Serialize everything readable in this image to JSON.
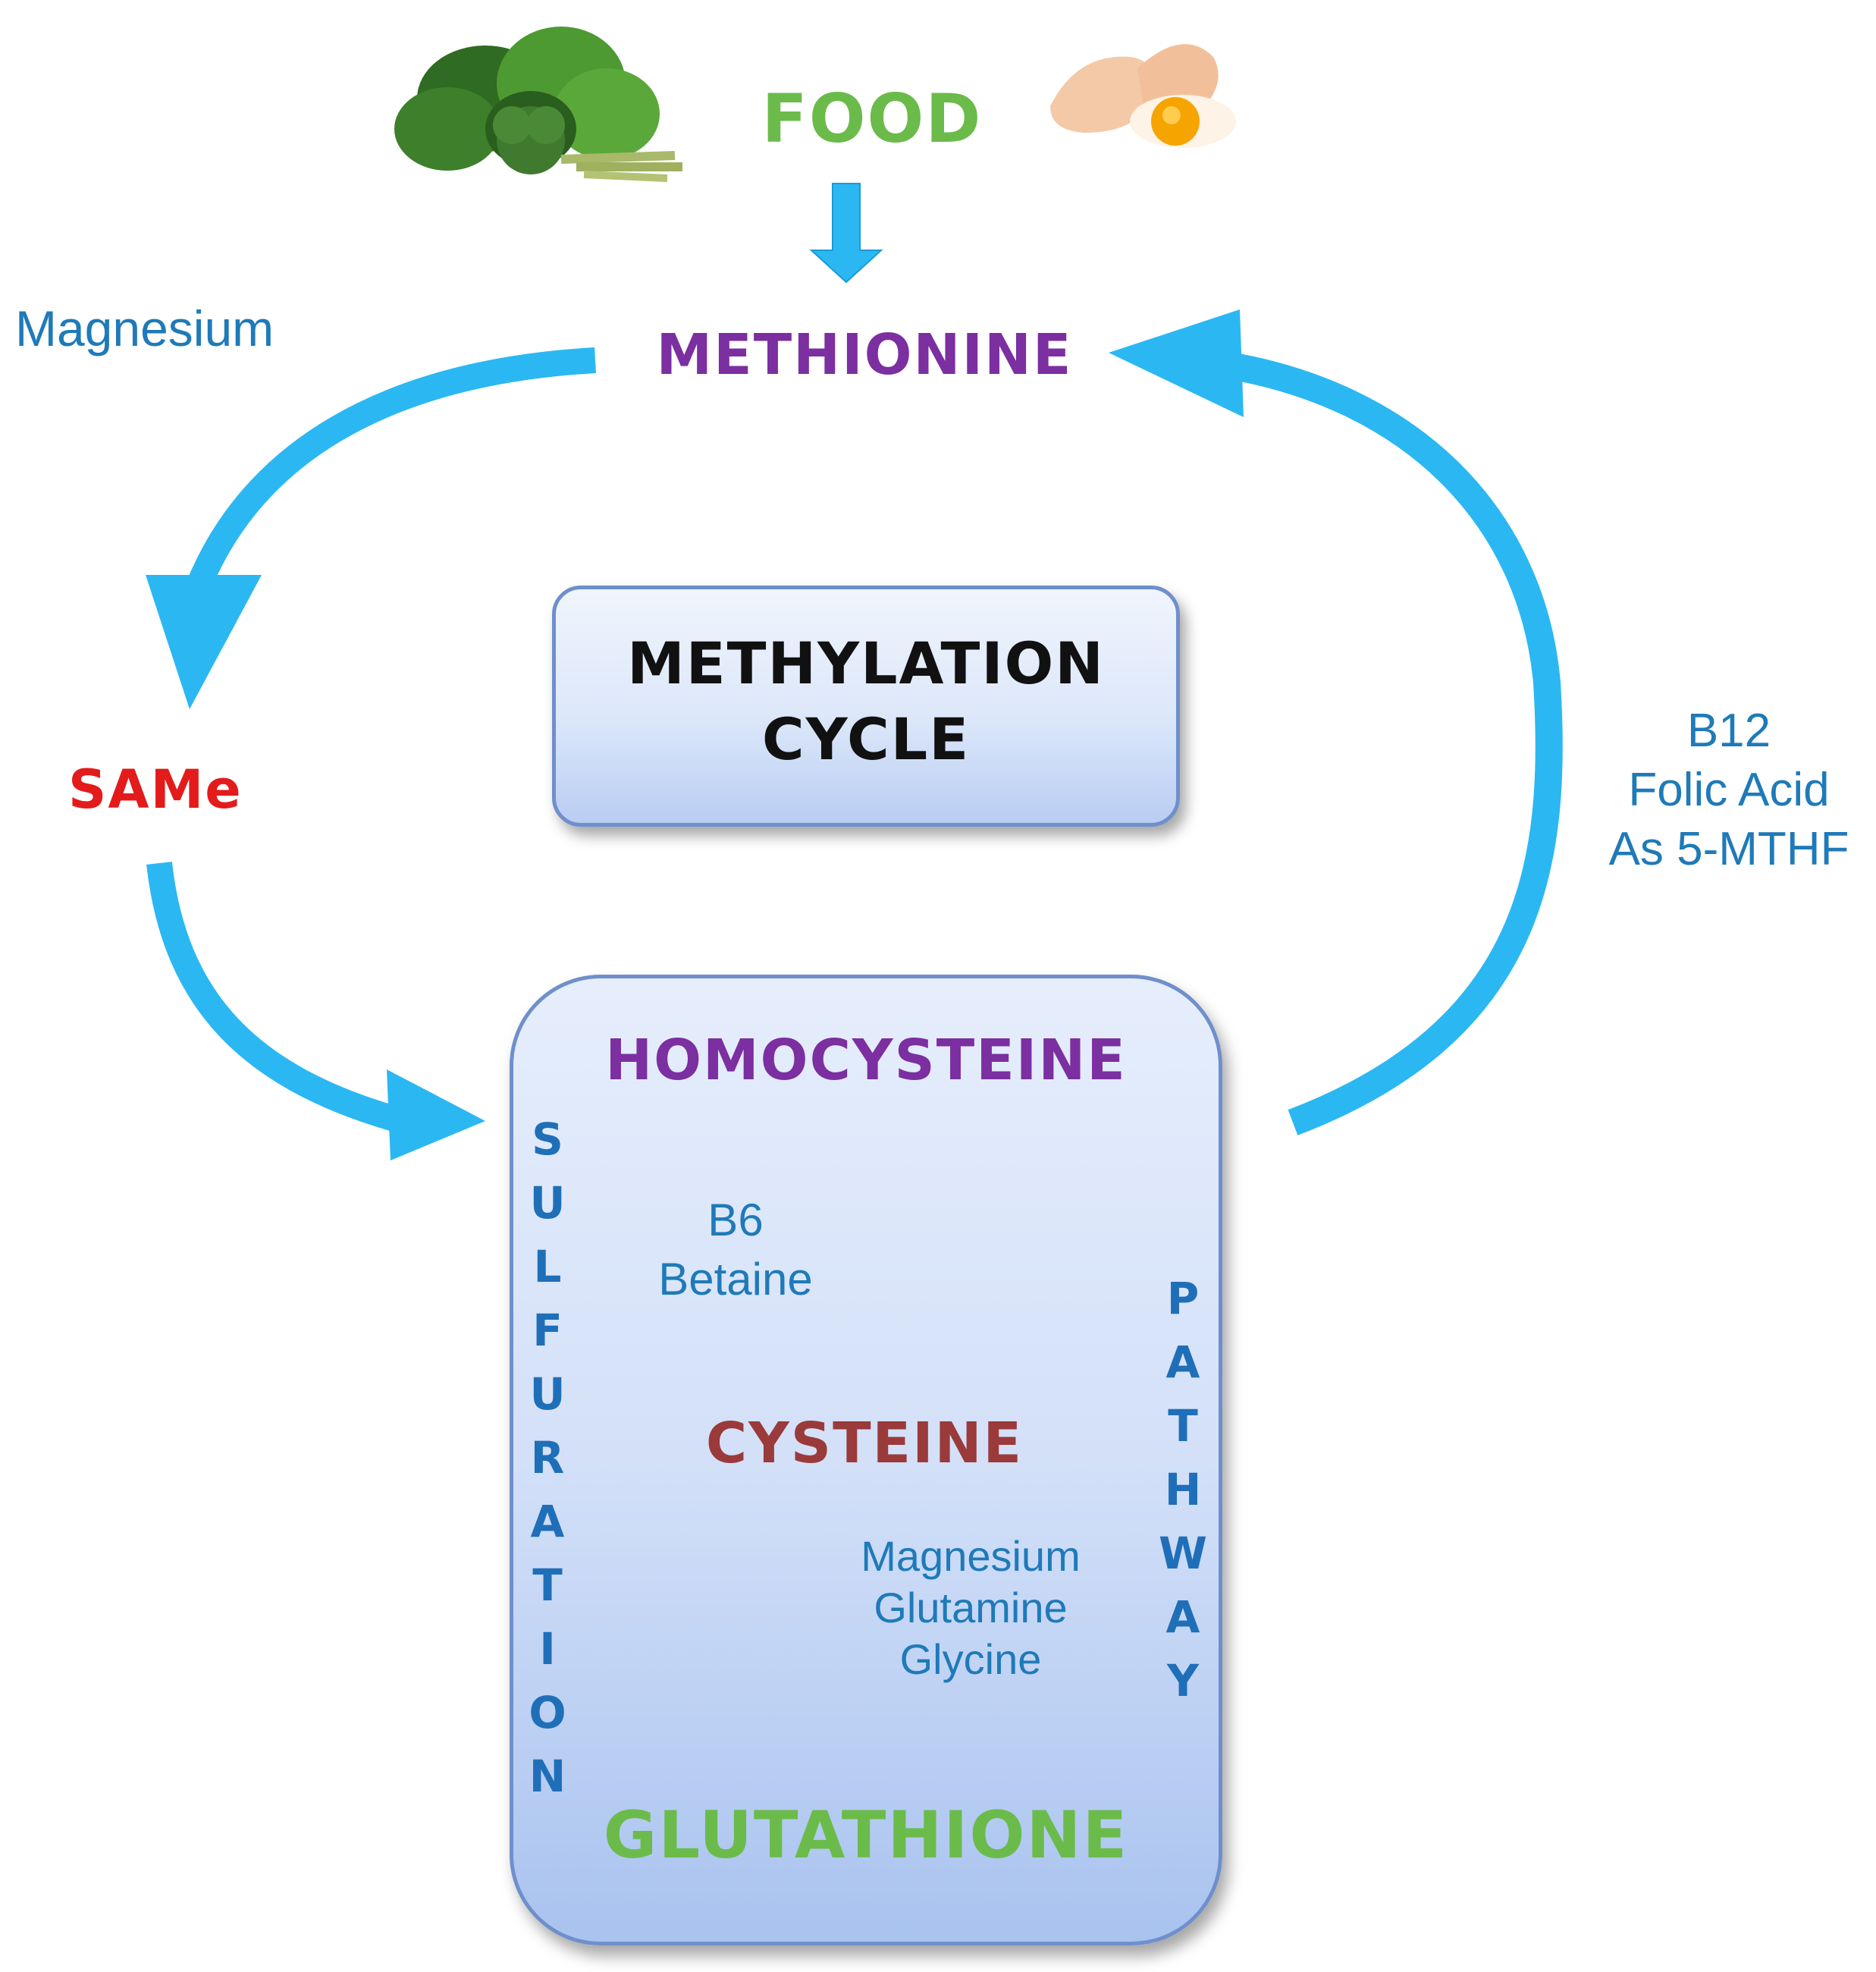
{
  "food": {
    "label": "FOOD",
    "color": "#6bbb4a"
  },
  "methionine": {
    "label": "METHIONINE",
    "color": "#7b2fa0"
  },
  "magnesium_top": {
    "label": "Magnesium"
  },
  "same": {
    "label": "SAMe",
    "color": "#e31b1b"
  },
  "methylation_cycle": {
    "line1": "METHYLATION",
    "line2": "CYCLE"
  },
  "cofactors_right": {
    "lines": [
      "B12",
      "Folic Acid",
      "As 5-MTHF"
    ]
  },
  "sulfuration_box": {
    "homocysteine": "HOMOCYSTEINE",
    "cysteine": "CYSTEINE",
    "glutathione": "GLUTATHIONE",
    "left_vertical": [
      "S",
      "U",
      "L",
      "F",
      "U",
      "R",
      "A",
      "T",
      "I",
      "O",
      "N"
    ],
    "right_vertical": [
      "P",
      "A",
      "T",
      "H",
      "W",
      "A",
      "Y"
    ],
    "b6_block": [
      "B6",
      "Betaine"
    ],
    "magnesium_block": [
      "Magnesium",
      "Glutamine",
      "Glycine"
    ]
  },
  "colors": {
    "arrow": "#2bb8f2",
    "cofactor_text": "#1f7ab8",
    "box_border": "#6f8fcc"
  },
  "icons": [
    "leafy-greens-image",
    "eggs-image"
  ]
}
